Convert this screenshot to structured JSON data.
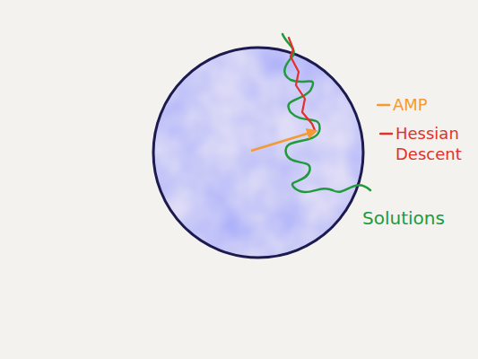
{
  "diagram": {
    "labels": [
      "Solutions"
    ],
    "legend": [
      {
        "text": "AMP"
      },
      {
        "text": "Hessian Descent"
      }
    ]
  }
}
